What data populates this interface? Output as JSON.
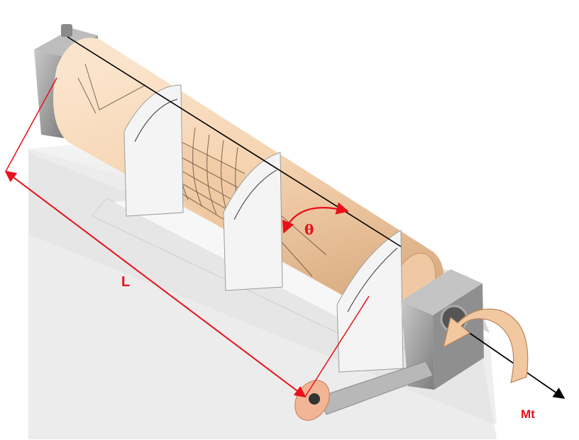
{
  "labels": {
    "length": "L",
    "twist_angle": "θ",
    "torque": "Mt"
  },
  "colors": {
    "annotation": "#e8101a",
    "torque_arrow_fill": "#f2c8a0",
    "axis_line": "#000000"
  },
  "icons": {
    "torque_arrow": "curved-arrow-icon",
    "twist_arc": "arc-arrow-icon"
  }
}
